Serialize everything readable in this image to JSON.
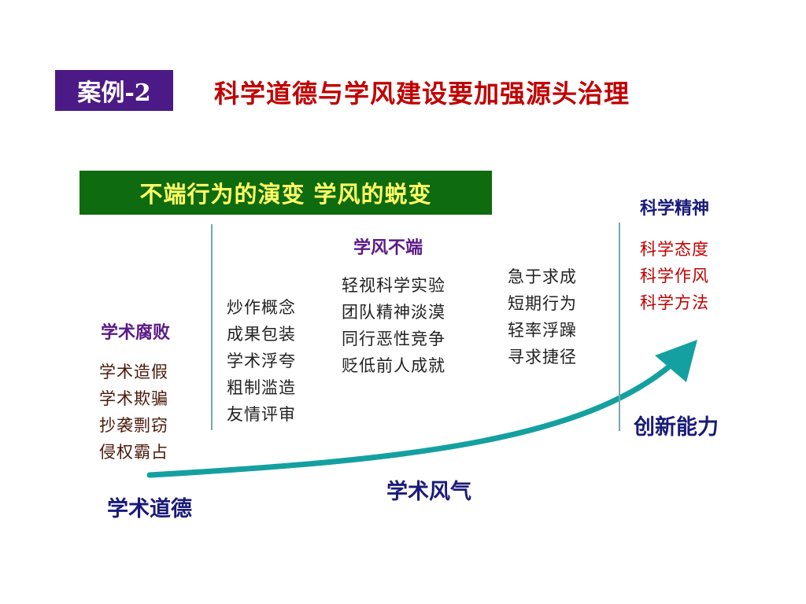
{
  "badge": {
    "label": "案例-2"
  },
  "title": "科学道德与学风建设要加强源头治理",
  "banner": "不端行为的演变  学风的蜕变",
  "colors": {
    "badge_bg": "#4b1a86",
    "title_red": "#c00000",
    "banner_bg": "#0f6b0f",
    "banner_text": "#ffff66",
    "heading_purple": "#5b1a86",
    "heading_navy": "#1a1a7a",
    "arrow": "#14a0a0",
    "divider": "#78a7b0"
  },
  "headings": {
    "academic_corruption": "学术腐败",
    "bad_style": "学风不端",
    "science_spirit": "科学精神",
    "innovation": "创新能力",
    "academic_atmosphere": "学术风气",
    "academic_ethics": "学术道德"
  },
  "columns": {
    "corruption_items": [
      "学术造假",
      "学术欺骗",
      "抄袭剽窃",
      "侵权霸占"
    ],
    "hype_items": [
      "炒作概念",
      "成果包装",
      "学术浮夸",
      "粗制滥造",
      "友情评审"
    ],
    "neglect_items": [
      "轻视科学实验",
      "团队精神淡漠",
      "同行恶性竞争",
      "贬低前人成就"
    ],
    "haste_items": [
      "急于求成",
      "短期行为",
      "轻率浮躁",
      "寻求捷径"
    ],
    "spirit_items": [
      "科学态度",
      "科学作风",
      "科学方法"
    ]
  }
}
